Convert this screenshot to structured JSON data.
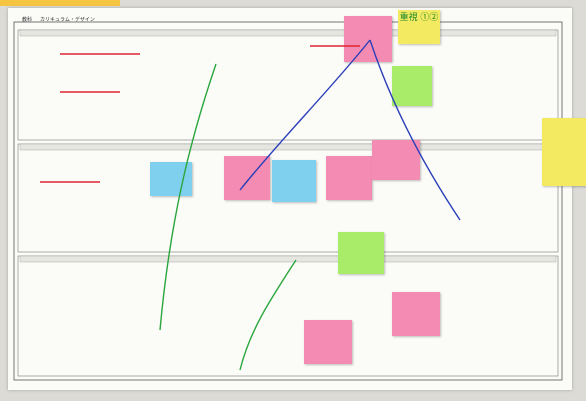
{
  "header": {
    "subject_label": "教科",
    "plan_label": "カリキュラム・デザイン"
  },
  "notes": {
    "top_right": "重視 ①②"
  },
  "colors": {
    "paper": "#fbfbf8",
    "background": "#dcdbd6",
    "pen_red": "#e0242f",
    "pen_green": "#2aa63c",
    "pen_blue": "#2a3fb8",
    "note_pink": "#f48bb3",
    "note_yellow": "#f4ea62",
    "note_green": "#a9ec6a",
    "note_blue": "#7fd0ee",
    "note_orange": "#f6d26c"
  }
}
